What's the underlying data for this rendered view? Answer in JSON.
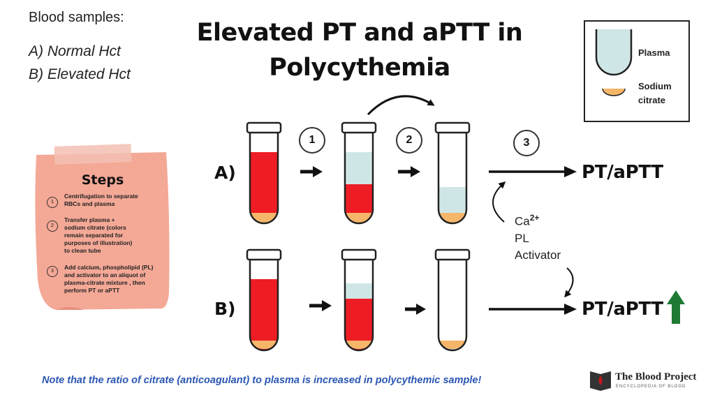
{
  "samples": {
    "heading": "Blood samples:",
    "items": [
      "A)  Normal Hct",
      "B)  Elevated Hct"
    ]
  },
  "title": {
    "line1": "Elevated PT and aPTT in",
    "line2": "Polycythemia"
  },
  "legend": {
    "plasma": "Plasma",
    "citrate_line1": "Sodium",
    "citrate_line2": "citrate"
  },
  "steps_card": {
    "title": "Steps",
    "items": [
      {
        "num": "1",
        "lines": [
          "Centrifugation to  separate",
          "RBCs and plasma"
        ]
      },
      {
        "num": "2",
        "lines": [
          "Transfer plasma +",
          "sodium citrate (colors",
          "remain separated for",
          "purposes of illustration)",
          "to clean tube"
        ]
      },
      {
        "num": "3",
        "lines": [
          "Add calcium, phospholipid (PL)",
          "and activator to an aliquot of",
          "plasma-citrate mixture , then",
          "perform PT or aPTT"
        ]
      }
    ]
  },
  "step_circles": [
    "1",
    "2",
    "3"
  ],
  "rows": {
    "a_label": "A)",
    "b_label": "B)",
    "result": "PT/aPTT"
  },
  "reagents": {
    "ca": "Ca",
    "ca_sup": "2+",
    "pl": "PL",
    "activator": "Activator"
  },
  "note": "Note that the ratio of citrate (anticoagulant) to plasma is increased in polycythemic sample!",
  "brand": {
    "name": "The Blood Project",
    "sub": "ENCYCLOPEDIA OF BLOOD"
  },
  "colors": {
    "blood": "#ee1c24",
    "plasma": "#cfe6e6",
    "citrate": "#f5b66a",
    "note": "#2a56b3",
    "up_arrow": "#1f7a35",
    "card": "#f4a896"
  }
}
